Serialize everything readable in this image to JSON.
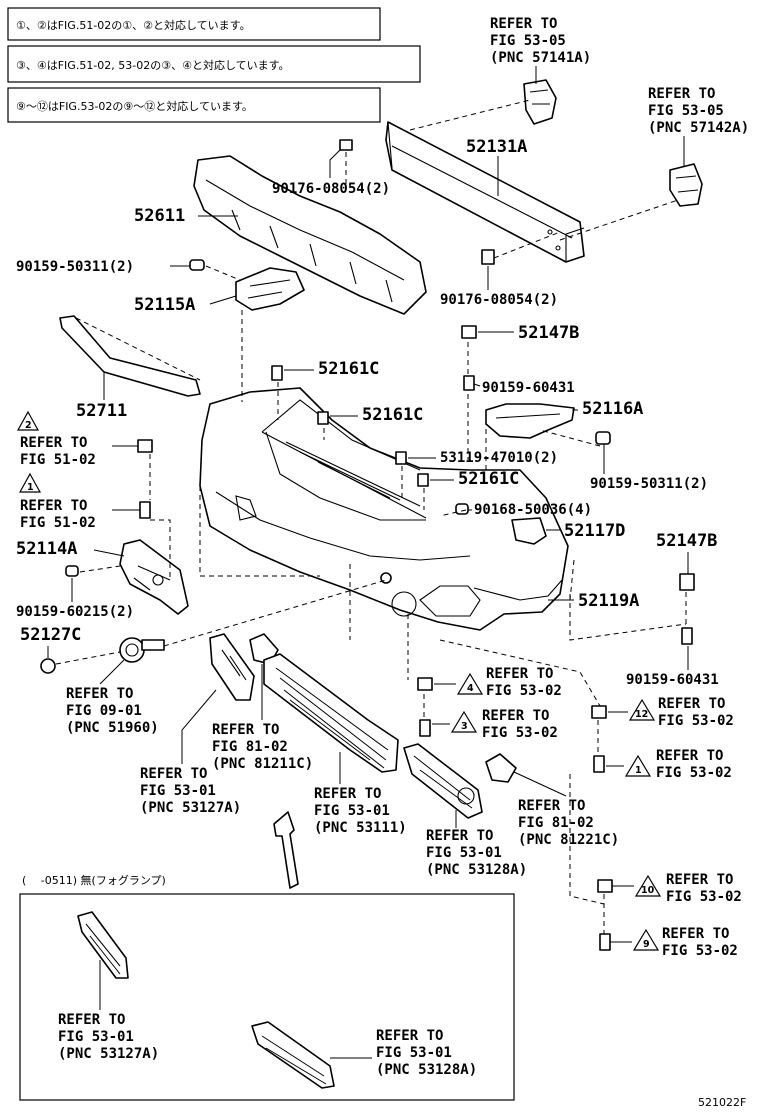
{
  "notes": [
    {
      "prefix": "①、②はFIG.51-02の①、②と対応しています。"
    },
    {
      "prefix": "③、④はFIG.51-02, 53-02の③、④と対応しています。"
    },
    {
      "prefix": "⑨〜⑫はFIG.53-02の⑨〜⑫と対応しています。"
    }
  ],
  "parts": {
    "p52131A": "52131A",
    "p52611": "52611",
    "p90176a": "90176-08054(2)",
    "p90176b": "90176-08054(2)",
    "p90159_50311a": "90159-50311(2)",
    "p52115A": "52115A",
    "p52147B_a": "52147B",
    "p52161C_a": "52161C",
    "p90159_60431a": "90159-60431",
    "p52711": "52711",
    "p52161C_b": "52161C",
    "p52116A": "52116A",
    "p53119": "53119-47010(2)",
    "p90159_50311b": "90159-50311(2)",
    "p52161C_c": "52161C",
    "p90168": "90168-50036(4)",
    "p52117D": "52117D",
    "p52114A": "52114A",
    "p52147B_b": "52147B",
    "p90159_60215": "90159-60215(2)",
    "p52119A": "52119A",
    "p52127C": "52127C",
    "p90159_60431b": "90159-60431"
  },
  "refs": {
    "r1": {
      "l1": "REFER TO",
      "l2": "FIG 53-05",
      "l3": "(PNC 57141A)"
    },
    "r2": {
      "l1": "REFER TO",
      "l2": "FIG 53-05",
      "l3": "(PNC 57142A)"
    },
    "r3": {
      "l1": "REFER TO",
      "l2": "FIG 51-02",
      "badge": "2"
    },
    "r4": {
      "l1": "REFER TO",
      "l2": "FIG 51-02",
      "badge": "1"
    },
    "r5": {
      "l1": "REFER TO",
      "l2": "FIG 53-02",
      "badge": "4"
    },
    "r6": {
      "l1": "REFER TO",
      "l2": "FIG 53-02",
      "badge": "3"
    },
    "r7": {
      "l1": "REFER TO",
      "l2": "FIG 53-02",
      "badge": "12"
    },
    "r8": {
      "l1": "REFER TO",
      "l2": "FIG 53-02",
      "badge": "1"
    },
    "r9": {
      "l1": "REFER TO",
      "l2": "FIG 09-01",
      "l3": "(PNC 51960)"
    },
    "r10": {
      "l1": "REFER TO",
      "l2": "FIG 81-02",
      "l3": "(PNC 81211C)"
    },
    "r11": {
      "l1": "REFER TO",
      "l2": "FIG 53-01",
      "l3": "(PNC 53127A)"
    },
    "r12": {
      "l1": "REFER TO",
      "l2": "FIG 53-01",
      "l3": "(PNC 53111)"
    },
    "r13": {
      "l1": "REFER TO",
      "l2": "FIG 81-02",
      "l3": "(PNC 81221C)"
    },
    "r14": {
      "l1": "REFER TO",
      "l2": "FIG 53-01",
      "l3": "(PNC 53128A)"
    },
    "r15": {
      "l1": "REFER TO",
      "l2": "FIG 53-02",
      "badge": "10"
    },
    "r16": {
      "l1": "REFER TO",
      "l2": "FIG 53-02",
      "badge": "9"
    },
    "r17": {
      "l1": "REFER TO",
      "l2": "FIG 53-01",
      "l3": "(PNC 53127A)"
    },
    "r18": {
      "l1": "REFER TO",
      "l2": "FIG 53-01",
      "l3": "(PNC 53128A)"
    }
  },
  "inset_caption": "(　 -0511) 無(フォグランプ)",
  "figure_id": "521022F"
}
